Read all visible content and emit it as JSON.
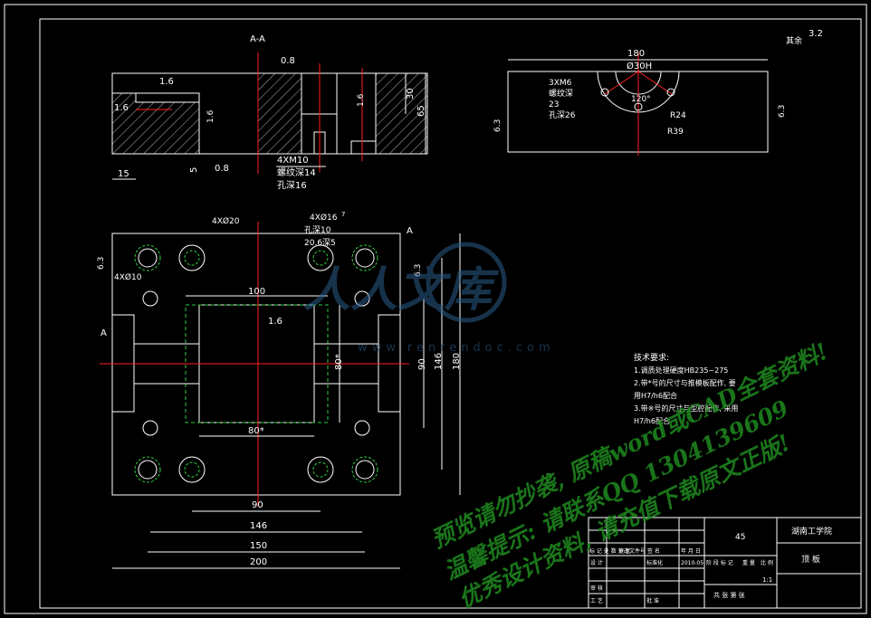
{
  "colors": {
    "background": "#000000",
    "outline": "#ffffff",
    "centerline": "#ff2020",
    "hidden_line": "#2ecc40",
    "dimension": "#ffffff",
    "watermark_green": "#1f8a1f",
    "watermark_blue": "#2a5d8a"
  },
  "section_view": {
    "title": "A-A",
    "roughness": [
      "0.8",
      "1.6",
      "1.6",
      "1.6",
      "1.6",
      "0.8"
    ],
    "dims": [
      "30",
      "65",
      "15",
      "5"
    ],
    "callout_lines": [
      "4XM10",
      "螺纹深14",
      "孔深16"
    ]
  },
  "side_view": {
    "roughness_corner": "3.2",
    "roughness_corner_label": "其余",
    "roughness_left": "6.3",
    "roughness_right": "6.3",
    "dims": [
      "180",
      "Ø30H",
      "120°",
      "R24",
      "R39"
    ],
    "callout_lines": [
      "3XM6",
      "螺纹深",
      "23",
      "孔深26"
    ]
  },
  "plan_view": {
    "section_mark_left": "A",
    "section_mark_top": "A",
    "callouts": [
      "4XØ20",
      "4XØ16",
      "7",
      "孔深10",
      "20.6深5",
      "4XØ10"
    ],
    "roughness": [
      "6.3",
      "6.3",
      "1.6"
    ],
    "dims_horizontal": [
      "100",
      "80*",
      "90",
      "146",
      "150",
      "200"
    ],
    "dims_vertical": [
      "80*",
      "90",
      "146",
      "180"
    ]
  },
  "tech_notes": {
    "title": "技术要求:",
    "lines": [
      "1.调质处理硬度HB235~275",
      "2.带*号的尺寸与推模板配作, 要",
      "用H7/h6配合",
      "3.带※号的尺寸与型腔配作, 采用",
      "H7/h6配合"
    ]
  },
  "title_block": {
    "material": "45",
    "school": "湖南工学院",
    "part_name": "顶 板",
    "scale": "1:1",
    "row_labels": [
      "标 记 处 数 分 区",
      "更改文件号 签 名",
      "年 月 日",
      "设 计",
      "审 核",
      "工 艺",
      "批 准"
    ],
    "standard_label": "标准化",
    "date": "2010-05",
    "stage_labels": [
      "阶 段 标 记",
      "重 量",
      "比 例"
    ],
    "sheet": "共 张 第 张"
  },
  "watermark": {
    "logo_text": "人人文库",
    "url": "www.renrendoc.com",
    "line1": "预览请勿抄袭, 原稿word或CAD全套资料!",
    "line2": "温馨提示: 请联系QQ 1304139609",
    "line3": "优秀设计资料, 请充值下载原文正版!"
  }
}
